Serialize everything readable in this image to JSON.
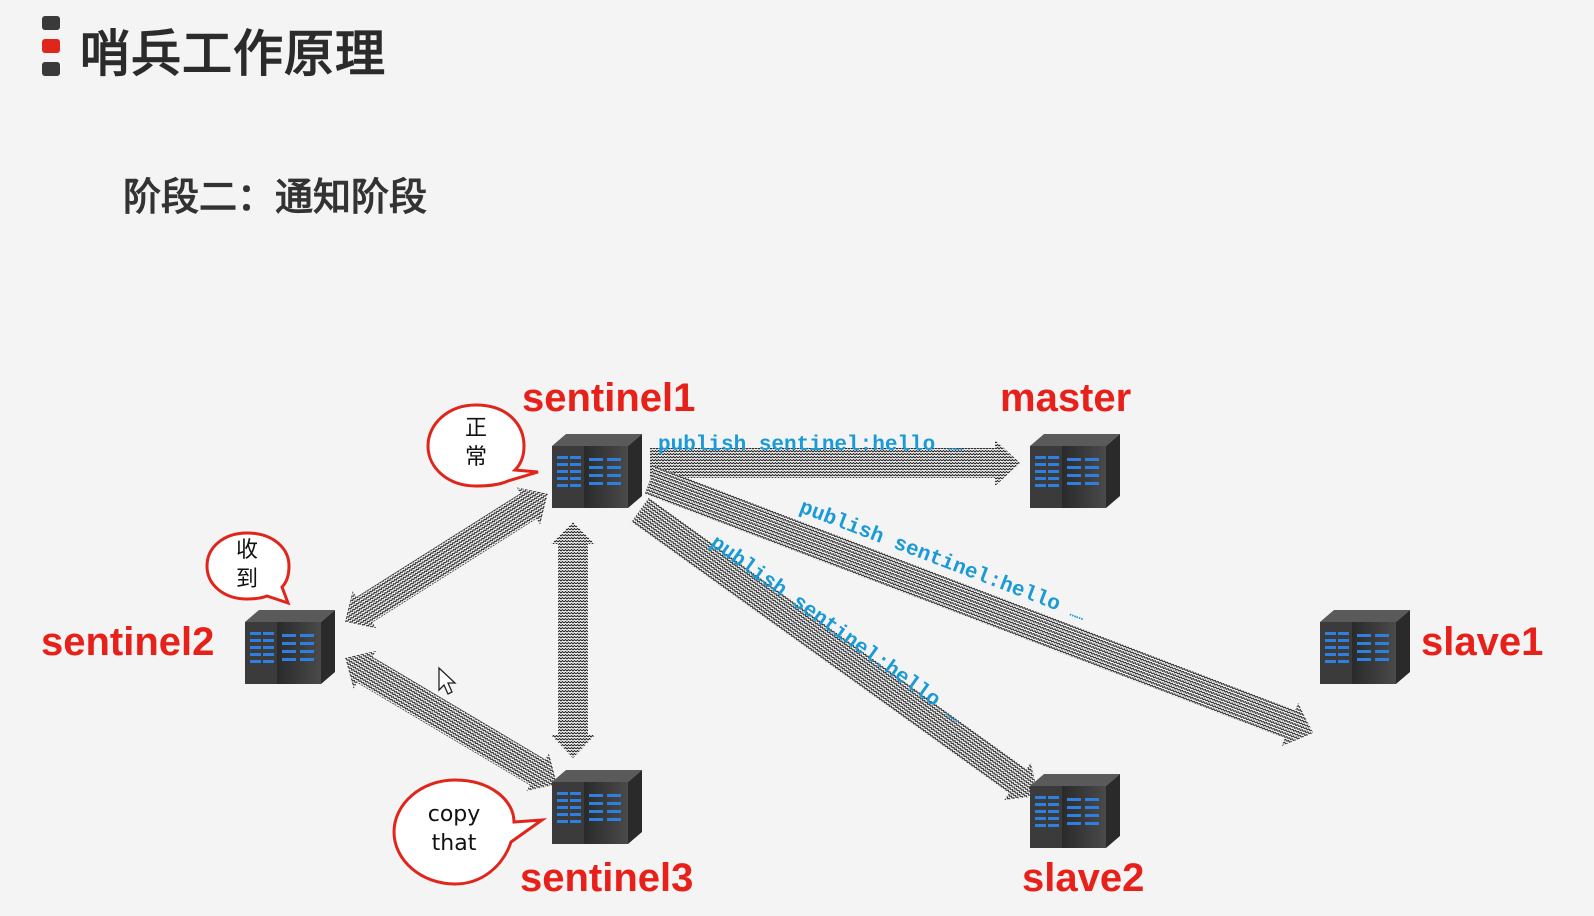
{
  "slide": {
    "title": "哨兵工作原理",
    "subtitle": "阶段二：通知阶段"
  },
  "colors": {
    "title_mark_dark": "#3a3a3a",
    "title_mark_red": "#e0251b",
    "label_red": "#e8201a",
    "message_blue": "#1a9ad6",
    "bubble_border": "#e0251b"
  },
  "nodes": {
    "sentinel1": "sentinel1",
    "sentinel2": "sentinel2",
    "sentinel3": "sentinel3",
    "master": "master",
    "slave1": "slave1",
    "slave2": "slave2"
  },
  "bubbles": {
    "sentinel1_line1": "正",
    "sentinel1_line2": "常",
    "sentinel2_line1": "收",
    "sentinel2_line2": "到",
    "sentinel3_line1": "copy",
    "sentinel3_line2": "that"
  },
  "messages": {
    "to_master": "publish sentinel:hello",
    "to_slave1": "publish sentinel:hello",
    "to_slave2": "publish sentinel:hello",
    "ellipsis": "……"
  },
  "icons": {
    "server": "server-rack-icon",
    "cursor": "mouse-pointer-icon"
  }
}
